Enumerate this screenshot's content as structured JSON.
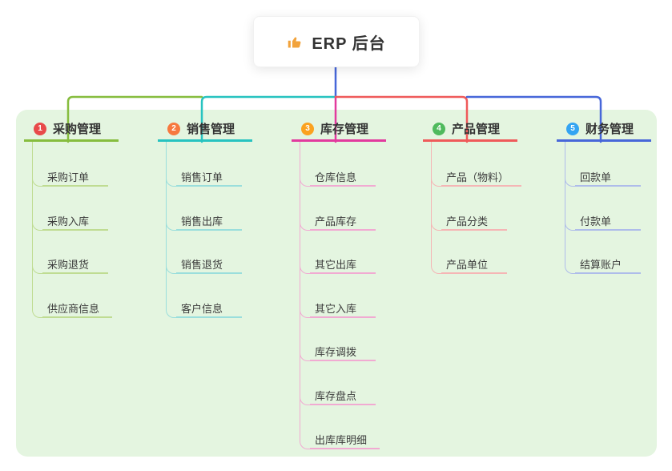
{
  "root": {
    "title": "ERP 后台",
    "icon": "thumbs-up-icon",
    "icon_color": "#f2a33c",
    "line_color": "#4767d9"
  },
  "canvas": {
    "panel_color": "#e4f5e0",
    "background": "#ffffff"
  },
  "branches": [
    {
      "index": "1",
      "label": "采购管理",
      "badge_color": "#e84a4a",
      "line_color": "#86bd3e",
      "child_line_color": "#bfdc92",
      "children": [
        "采购订单",
        "采购入库",
        "采购退货",
        "供应商信息"
      ]
    },
    {
      "index": "2",
      "label": "销售管理",
      "badge_color": "#f7793f",
      "line_color": "#27c3c0",
      "child_line_color": "#9adedc",
      "children": [
        "销售订单",
        "销售出库",
        "销售退货",
        "客户信息"
      ]
    },
    {
      "index": "3",
      "label": "库存管理",
      "badge_color": "#fba21f",
      "line_color": "#e23a9e",
      "child_line_color": "#f1aad2",
      "children": [
        "仓库信息",
        "产品库存",
        "其它出库",
        "其它入库",
        "库存调拨",
        "库存盘点",
        "出库库明细"
      ]
    },
    {
      "index": "4",
      "label": "产品管理",
      "badge_color": "#4fba5d",
      "line_color": "#ef5a5a",
      "child_line_color": "#f5b5b5",
      "children": [
        "产品（物料）",
        "产品分类",
        "产品单位"
      ]
    },
    {
      "index": "5",
      "label": "财务管理",
      "badge_color": "#34a4f2",
      "line_color": "#4767d9",
      "child_line_color": "#aebcea",
      "children": [
        "回款单",
        "付款单",
        "结算账户"
      ]
    }
  ]
}
